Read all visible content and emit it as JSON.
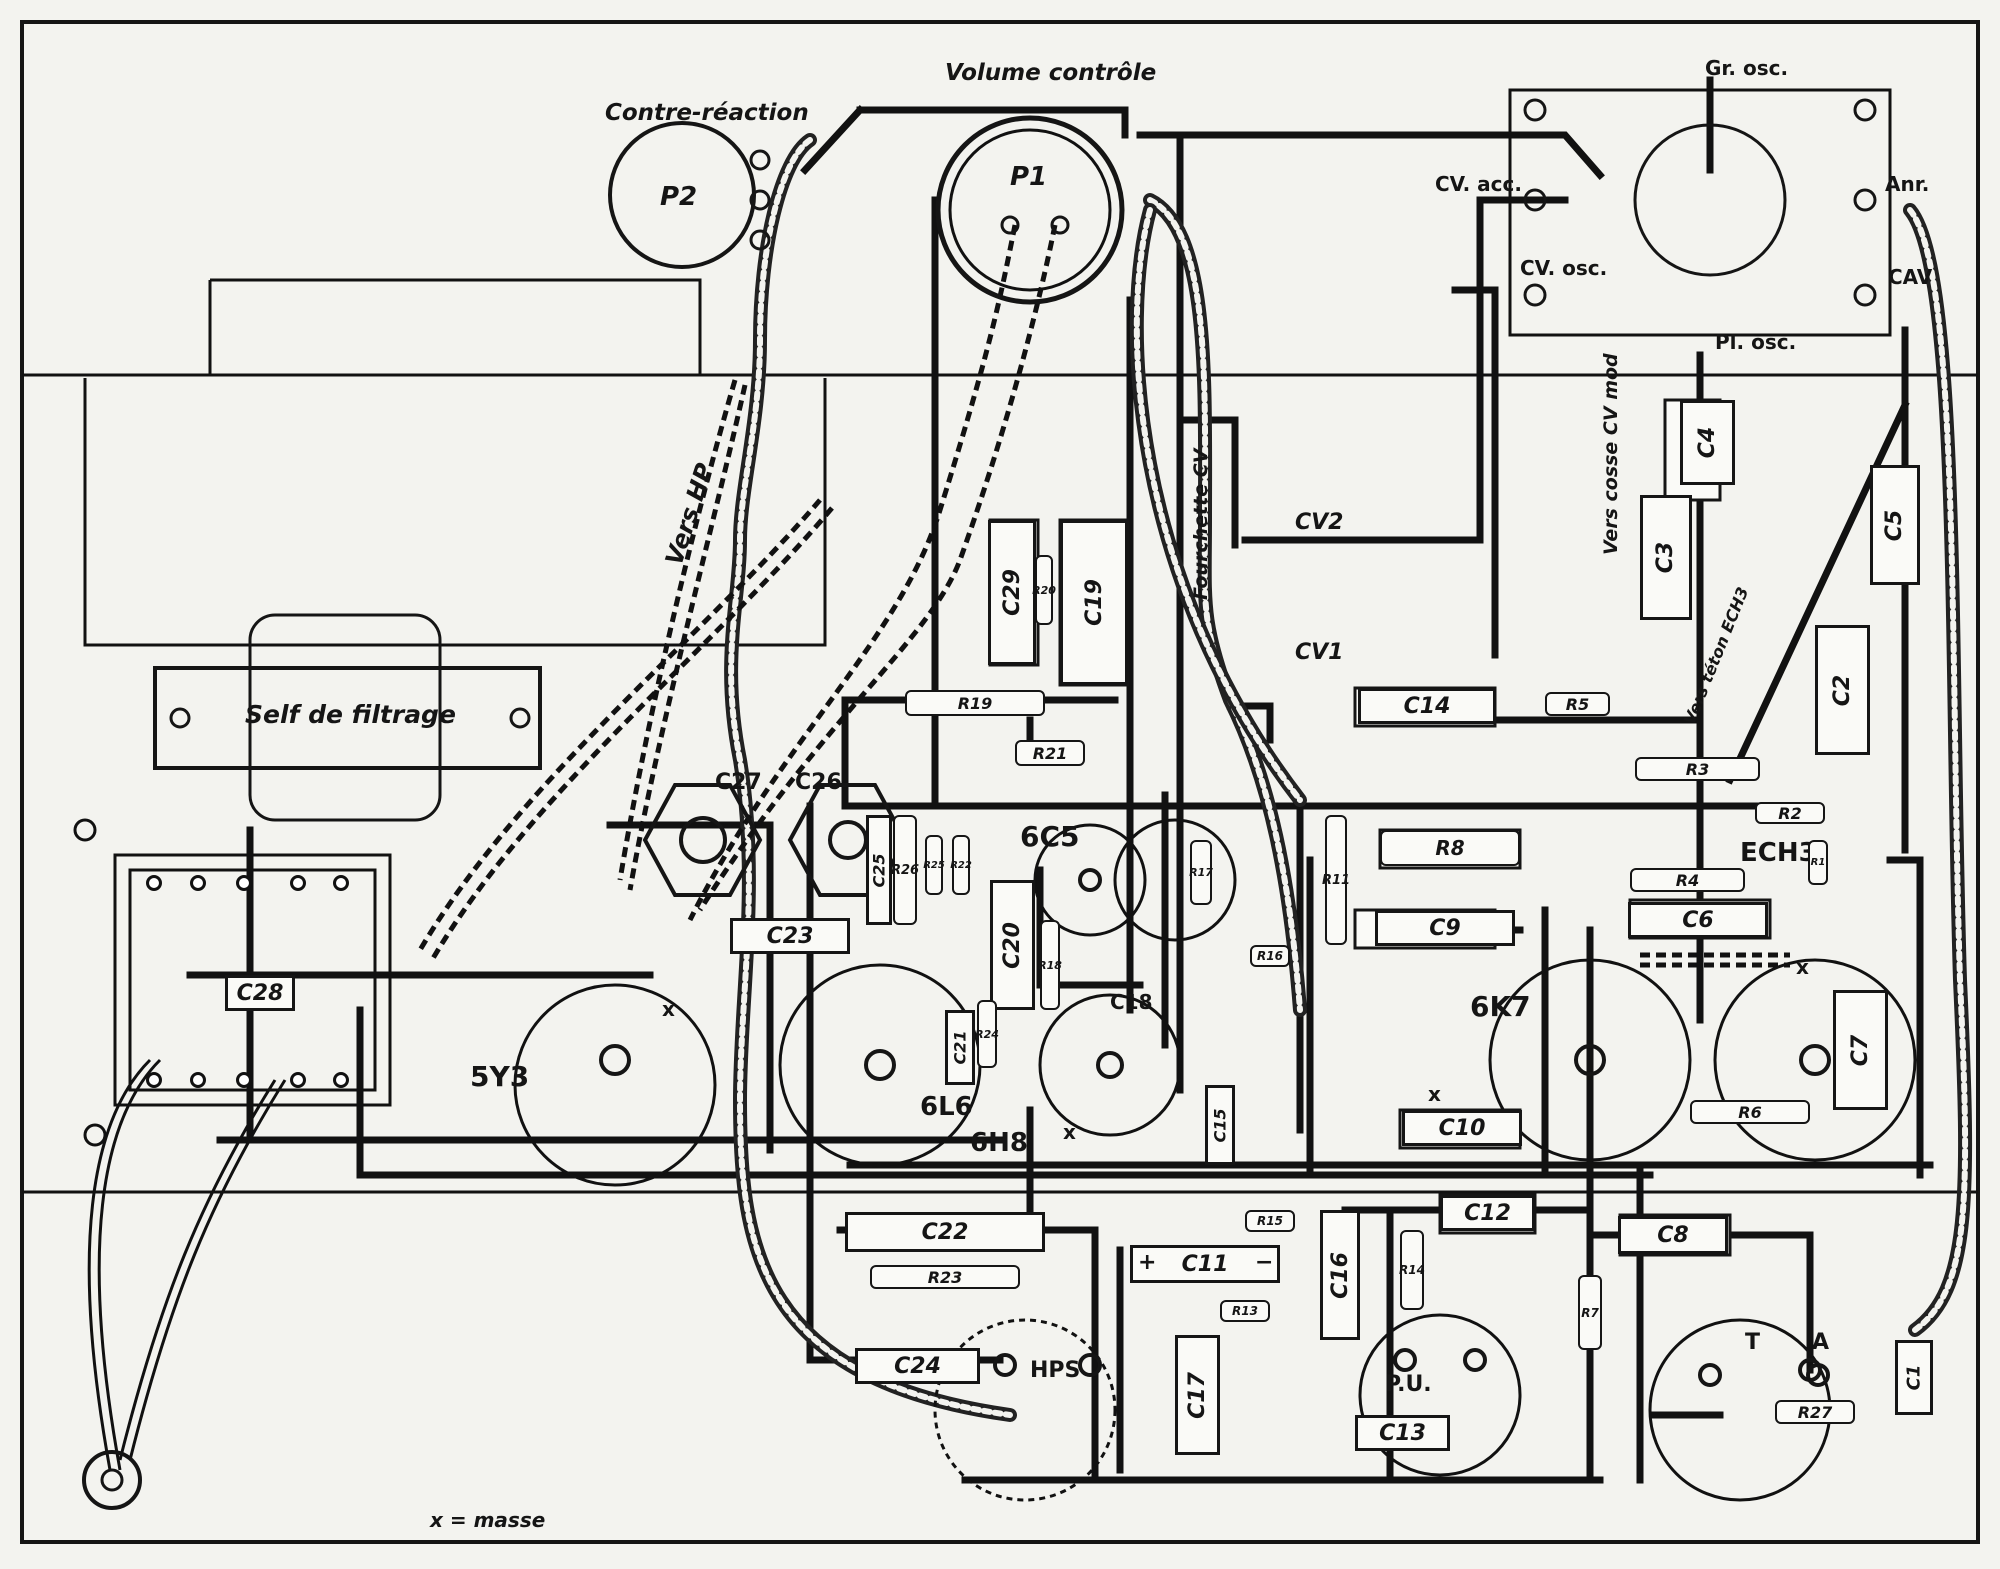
{
  "labels": {
    "volume": "Volume contrôle",
    "contre_reaction": "Contre-réaction",
    "p1": "P1",
    "p2": "P2",
    "gr_osc": "Gr. osc.",
    "cv_acc": "CV. acc.",
    "cv_osc": "CV. osc.",
    "anr": "Anr.",
    "cav": "CAV",
    "pl_osc": "Pl. osc.",
    "vers_hp": "Vers HP",
    "fourchette": "Fourchette CV",
    "cv2": "CV2",
    "cv1": "CV1",
    "vers_cosse": "Vers cosse CV mod",
    "vers_teton": "Vers téton ECH3",
    "self": "Self de filtrage",
    "masse": "x = masse",
    "x": "x",
    "hps": "HPS",
    "pu": "P.U.",
    "t": "T",
    "a": "A",
    "plus": "+",
    "minus": "−"
  },
  "tubes": {
    "y3": "5Y3",
    "l6": "6L6",
    "h8": "6H8",
    "c5": "6C5",
    "k7": "6K7",
    "ech3": "ECH3"
  },
  "components": {
    "C1": "C1",
    "C2": "C2",
    "C3": "C3",
    "C4": "C4",
    "C5": "C5",
    "C6": "C6",
    "C7": "C7",
    "C8": "C8",
    "C9": "C9",
    "C10": "C10",
    "C11": "C11",
    "C12": "C12",
    "C13": "C13",
    "C14": "C14",
    "C15": "C15",
    "C16": "C16",
    "C17": "C17",
    "C18": "C18",
    "C19": "C19",
    "C20": "C20",
    "C21": "C21",
    "C22": "C22",
    "C23": "C23",
    "C24": "C24",
    "C25": "C25",
    "C26": "C26",
    "C27": "C27",
    "C28": "C28",
    "C29": "C29",
    "R1": "R1",
    "R2": "R2",
    "R3": "R3",
    "R4": "R4",
    "R5": "R5",
    "R6": "R6",
    "R7": "R7",
    "R8": "R8",
    "R11": "R11",
    "R13": "R13",
    "R14": "R14",
    "R15": "R15",
    "R16": "R16",
    "R17": "R17",
    "R18": "R18",
    "R19": "R19",
    "R20": "R20",
    "R21": "R21",
    "R22": "R22",
    "R23": "R23",
    "R24": "R24",
    "R25": "R25",
    "R26": "R26",
    "R27": "R27"
  }
}
